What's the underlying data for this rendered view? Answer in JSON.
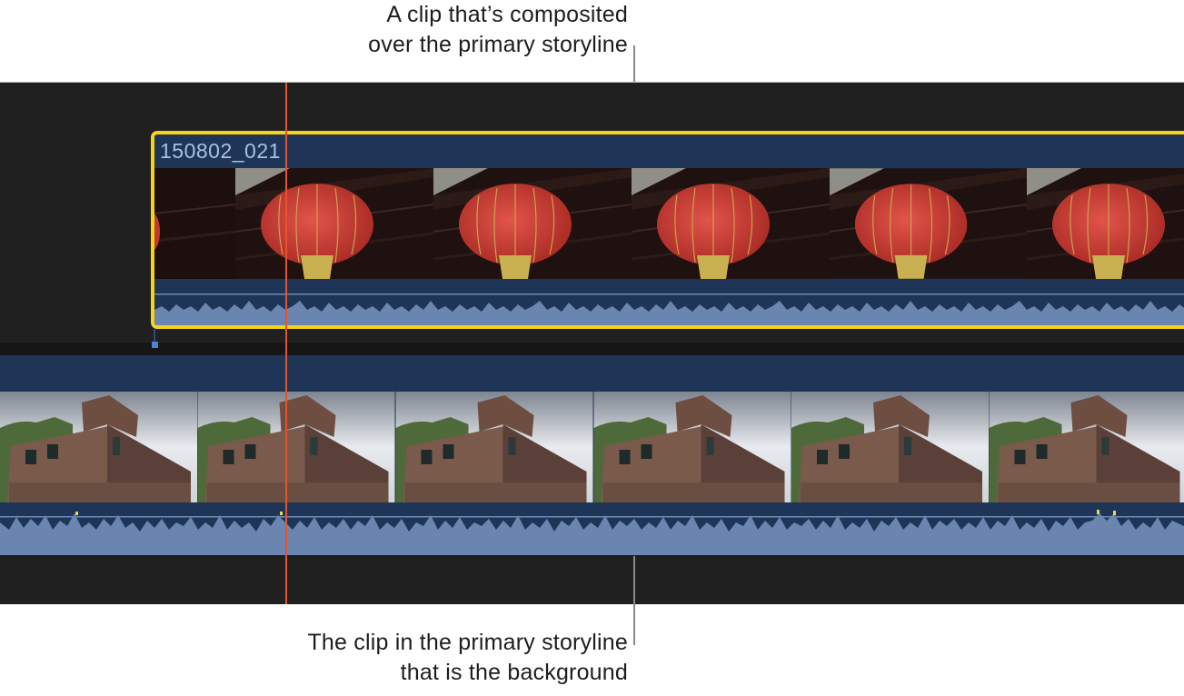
{
  "callouts": {
    "top": {
      "line1": "A clip that’s composited",
      "line2": "over the primary storyline"
    },
    "bottom": {
      "line1": "The clip in the primary storyline",
      "line2": "that is the background"
    }
  },
  "timeline": {
    "connected_clip": {
      "name": "150802_021",
      "selected": true,
      "selection_color": "#f5d31c",
      "thumbnail_subject": "red-lantern",
      "thumbnail_count": 6
    },
    "primary_clip": {
      "thumbnail_subject": "brick-building",
      "thumbnail_count": 6
    },
    "playhead_color": "#e8522a",
    "clip_color": "#1e3558",
    "waveform_color": "#6a86b0"
  }
}
